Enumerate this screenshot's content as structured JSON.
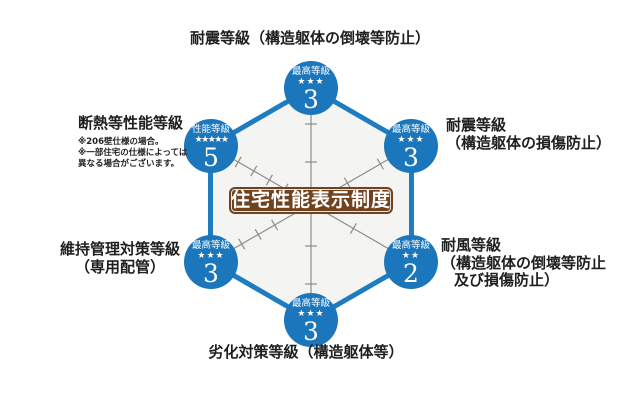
{
  "chart_data": {
    "type": "radar",
    "title": "住宅性能表示制度",
    "categories": [
      "耐震等級（構造躯体の倒壊等防止）",
      "耐震等級（構造躯体の損傷防止）",
      "耐風等級（構造躯体の倒壊等防止及び損傷防止）",
      "劣化対策等級（構造躯体等）",
      "維持管理対策等級（専用配管）",
      "断熱等性能等級"
    ],
    "values": [
      3,
      3,
      2,
      3,
      3,
      5
    ],
    "grade_badges": [
      "最高等級",
      "最高等級",
      "最高等級",
      "最高等級",
      "最高等級",
      "性能等級"
    ],
    "stars": [
      "★★★",
      "★★★",
      "★★",
      "★★★",
      "★★★",
      "★★★★★"
    ],
    "axes_order": "clockwise-from-top",
    "grid": "tick-marks-on-spokes",
    "legend": "none"
  },
  "center_badge": {
    "text": "住宅性能表示制度"
  },
  "nodes": {
    "top": {
      "grade_label": "最高等級",
      "stars": "★★★",
      "value": "3"
    },
    "upper_right": {
      "grade_label": "最高等級",
      "stars": "★★★",
      "value": "3"
    },
    "lower_right": {
      "grade_label": "最高等級",
      "stars": "★★",
      "value": "2"
    },
    "bottom": {
      "grade_label": "最高等級",
      "stars": "★★★",
      "value": "3"
    },
    "lower_left": {
      "grade_label": "最高等級",
      "stars": "★★★",
      "value": "3"
    },
    "upper_left": {
      "grade_label": "性能等級",
      "stars": "★★★★★",
      "value": "5"
    }
  },
  "labels": {
    "top": "耐震等級（構造躯体の倒壊等防止）",
    "upper_right_line1": "耐震等級",
    "upper_right_line2": "（構造躯体の損傷防止）",
    "lower_right_line1": "耐風等級",
    "lower_right_line2": "（構造躯体の倒壊等防止",
    "lower_right_line3": "及び損傷防止）",
    "bottom": "劣化対策等級（構造躯体等）",
    "lower_left_line1": "維持管理対策等級",
    "lower_left_line2": "（専用配管）",
    "upper_left_title": "断熱等性能等級",
    "upper_left_note1": "※206壁仕様の場合。",
    "upper_left_note2": "※一部住宅の仕様によっては",
    "upper_left_note3": "異なる場合がございます。"
  },
  "colors": {
    "node_blue": "#1b76bb",
    "hexagon_stroke": "#1e7dc1",
    "hexagon_fill": "#f4f4f2",
    "badge_brown": "#6f4220",
    "axis_gray": "#8c8c8c",
    "label_text": "#1f1f1f"
  }
}
